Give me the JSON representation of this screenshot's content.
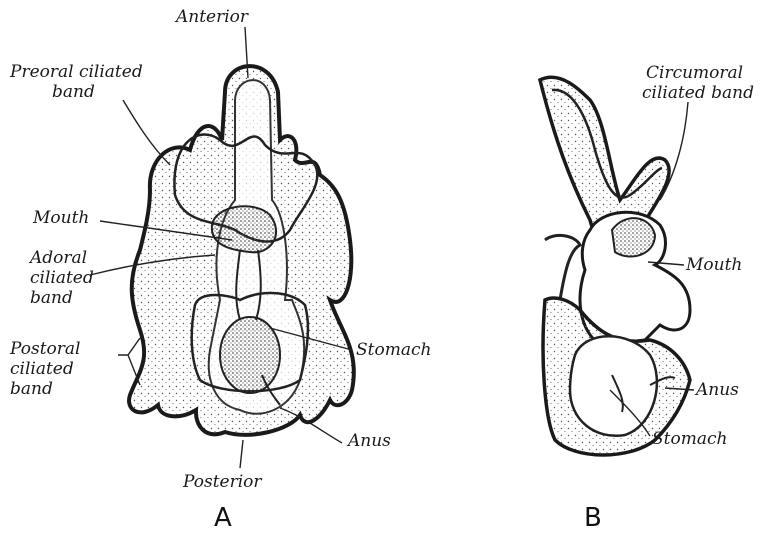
{
  "figure": {
    "panel_a": {
      "letter": "A",
      "labels": {
        "anterior": "Anterior",
        "preoral_line1": "Preoral ciliated",
        "preoral_line2": "band",
        "mouth": "Mouth",
        "adoral_line1": "Adoral",
        "adoral_line2": "ciliated",
        "adoral_line3": "band",
        "postoral_line1": "Postoral",
        "postoral_line2": "ciliated",
        "postoral_line3": "band",
        "stomach": "Stomach",
        "anus": "Anus",
        "posterior": "Posterior"
      }
    },
    "panel_b": {
      "letter": "B",
      "labels": {
        "circumoral_line1": "Circumoral",
        "circumoral_line2": "ciliated band",
        "mouth": "Mouth",
        "anus": "Anus",
        "stomach": "Stomach"
      }
    }
  }
}
